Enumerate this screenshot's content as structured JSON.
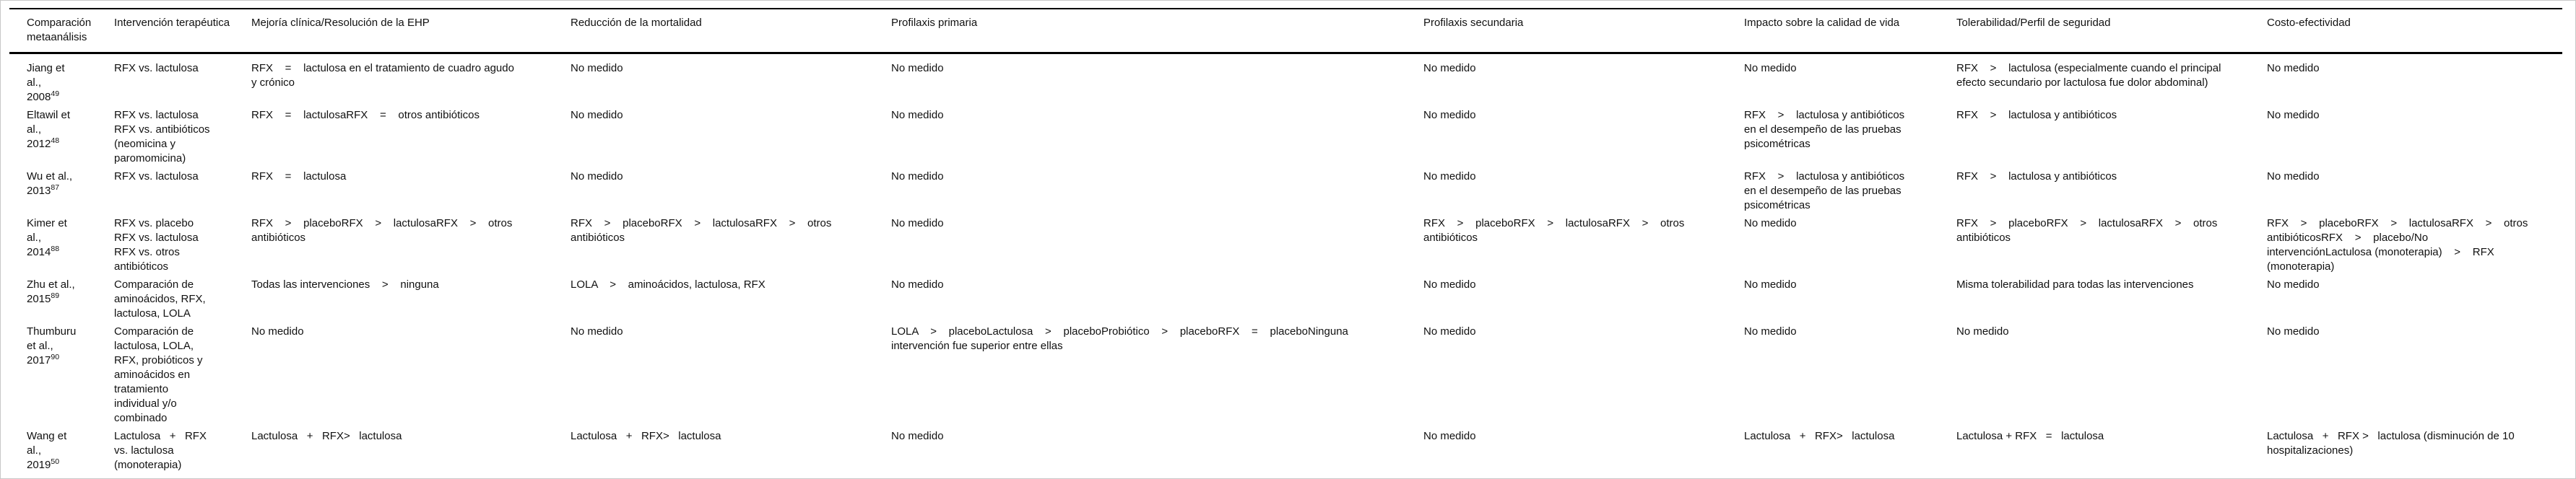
{
  "colors": {
    "text": "#111111",
    "rule": "#000000",
    "canvas_border": "#c8c8c8",
    "background": "#ffffff"
  },
  "table": {
    "columns": [
      "Comparación metaanálisis",
      "Intervención terapéutica",
      "Mejoría clínica/Resolución de la EHP",
      "Reducción de la mortalidad",
      "Profilaxis primaria",
      "Profilaxis secundaria",
      "Impacto sobre la calidad de vida",
      "Tolerabilidad/Perfil de seguridad",
      "Costo-efectividad"
    ],
    "rows": [
      {
        "study": {
          "name": "Jiang et\nal.,\n2008",
          "ref": "49"
        },
        "cells": [
          "RFX vs. lactulosa",
          "RFX    =    lactulosa en el tratamiento de cuadro agudo\ny crónico",
          "No medido",
          "No medido",
          "No medido",
          "No medido",
          "RFX    >    lactulosa (especialmente cuando el principal\nefecto secundario por lactulosa fue dolor abdominal)",
          "No medido"
        ]
      },
      {
        "study": {
          "name": "Eltawil et\nal.,\n2012",
          "ref": "48"
        },
        "cells": [
          "RFX vs. lactulosa\nRFX vs. antibióticos\n(neomicina y\nparomomicina)",
          "RFX    =    lactulosaRFX    =    otros antibióticos",
          "No medido",
          "No medido",
          "No medido",
          "RFX    >    lactulosa y antibióticos\nen el desempeño de las pruebas\npsicométricas",
          "RFX    >    lactulosa y antibióticos",
          "No medido"
        ]
      },
      {
        "study": {
          "name": "Wu et al.,\n2013",
          "ref": "87"
        },
        "cells": [
          "RFX vs. lactulosa",
          "RFX    =    lactulosa",
          "No medido",
          "No medido",
          "No medido",
          "RFX    >    lactulosa y antibióticos\nen el desempeño de las pruebas\npsicométricas",
          "RFX    >    lactulosa y antibióticos",
          "No medido"
        ]
      },
      {
        "study": {
          "name": "Kimer et\nal.,\n2014",
          "ref": "88"
        },
        "cells": [
          "RFX vs. placebo\nRFX vs. lactulosa\nRFX vs. otros\nantibióticos",
          "RFX    >    placeboRFX    >    lactulosaRFX    >    otros\nantibióticos",
          "RFX    >    placeboRFX    >    lactulosaRFX    >    otros\nantibióticos",
          "No medido",
          "RFX    >    placeboRFX    >    lactulosaRFX    >    otros\nantibióticos",
          "No medido",
          "RFX    >    placeboRFX    >    lactulosaRFX    >    otros\nantibióticos",
          "RFX    >    placeboRFX    >    lactulosaRFX    >    otros\nantibióticosRFX    >    placebo/No\nintervenciónLactulosa (monoterapia)    >    RFX\n(monoterapia)"
        ]
      },
      {
        "study": {
          "name": "Zhu et al.,\n2015",
          "ref": "89"
        },
        "cells": [
          "Comparación de\naminoácidos, RFX,\nlactulosa, LOLA",
          "Todas las intervenciones    >    ninguna",
          "LOLA    >    aminoácidos, lactulosa, RFX",
          "No medido",
          "No medido",
          "No medido",
          "Misma tolerabilidad para todas las intervenciones",
          "No medido"
        ]
      },
      {
        "study": {
          "name": "Thumburu\net al.,\n2017",
          "ref": "90"
        },
        "cells": [
          "Comparación de\nlactulosa, LOLA,\nRFX, probióticos y\naminoácidos en\ntratamiento\nindividual y/o\ncombinado",
          "No medido",
          "No medido",
          "LOLA    >    placeboLactulosa    >    placeboProbiótico    >    placeboRFX    =    placeboNinguna\nintervención fue superior entre ellas",
          "No medido",
          "No medido",
          "No medido",
          "No medido"
        ]
      },
      {
        "study": {
          "name": "Wang et\nal.,\n2019",
          "ref": "50"
        },
        "cells": [
          "Lactulosa   +   RFX\nvs. lactulosa\n(monoterapia)",
          "Lactulosa   +   RFX>   lactulosa",
          "Lactulosa   +   RFX>   lactulosa",
          "No medido",
          "No medido",
          "Lactulosa   +   RFX>   lactulosa",
          "Lactulosa + RFX   =   lactulosa",
          "Lactulosa   +   RFX >   lactulosa (disminución de 10\nhospitalizaciones)"
        ]
      }
    ]
  }
}
